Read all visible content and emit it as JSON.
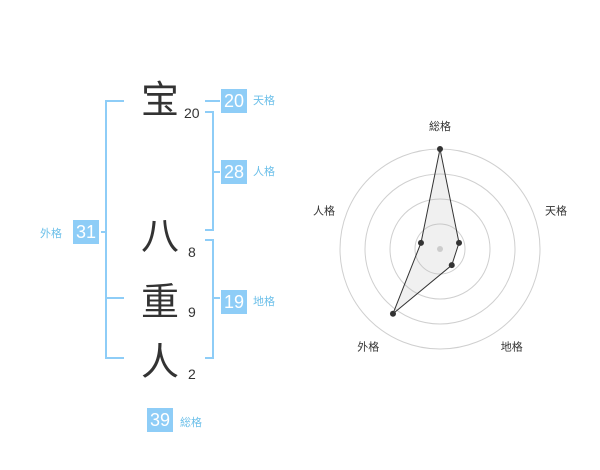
{
  "kanji": [
    {
      "char": "宝",
      "strokes": "20"
    },
    {
      "char": "八",
      "strokes": "8"
    },
    {
      "char": "重",
      "strokes": "9"
    },
    {
      "char": "人",
      "strokes": "2"
    }
  ],
  "kaku": {
    "ten": {
      "value": "20",
      "label": "天格"
    },
    "jin": {
      "value": "28",
      "label": "人格"
    },
    "chi": {
      "value": "19",
      "label": "地格"
    },
    "gai": {
      "value": "31",
      "label": "外格"
    },
    "sou": {
      "value": "39",
      "label": "総格"
    }
  },
  "colors": {
    "accent": "#8ecdf7",
    "accent_text": "#6bbfe9",
    "text": "#333333"
  },
  "chart_data": {
    "type": "radar",
    "axes": [
      "総格",
      "天格",
      "地格",
      "外格",
      "人格"
    ],
    "values": [
      5,
      1,
      1,
      4,
      1
    ],
    "max": 5,
    "rings": 4,
    "grid": true
  }
}
